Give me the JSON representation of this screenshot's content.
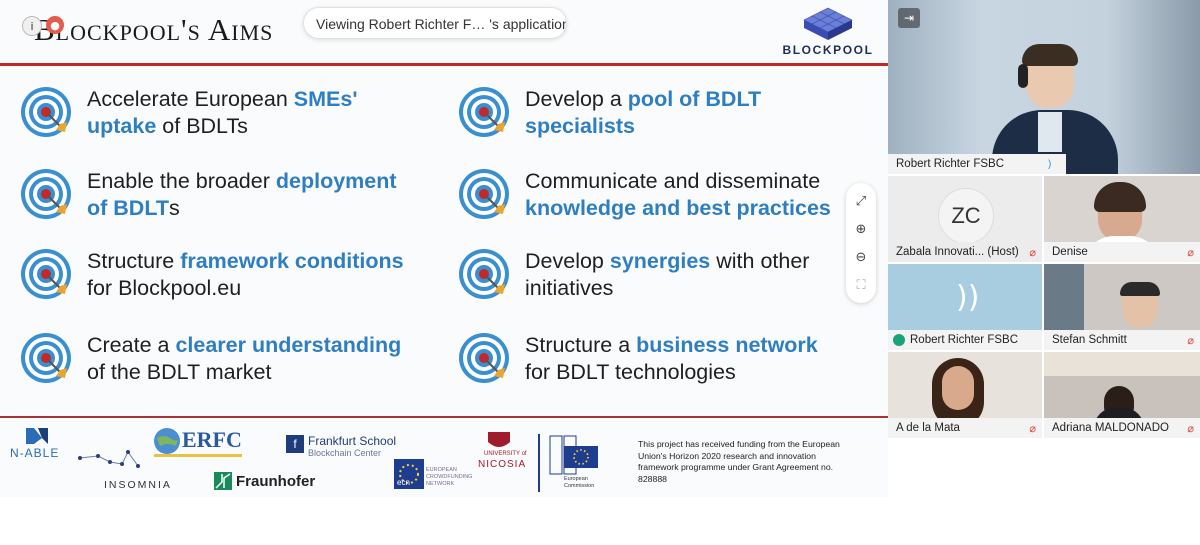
{
  "slide": {
    "title": "Blockpool's Aims",
    "logo_text": "BLOCKPOOL",
    "aims": [
      {
        "pre": "Accelerate European ",
        "hl": "SMEs'",
        "br": "",
        "hl2": "uptake",
        "post": " of BDLTs"
      },
      {
        "pre": "Enable the broader ",
        "hl": "deployment",
        "br": "",
        "hl2": "of BDLT",
        "post": "s"
      },
      {
        "pre": "Structure ",
        "hl": "framework conditions",
        "br": "",
        "hl2": "",
        "post": "for Blockpool.eu"
      },
      {
        "pre": "Create a ",
        "hl": "clearer understanding",
        "br": "",
        "hl2": "",
        "post": "of the BDLT market"
      },
      {
        "pre": "Develop a ",
        "hl": "pool of BDLT",
        "br": "",
        "hl2": "specialists",
        "post": ""
      },
      {
        "pre": "Communicate and disseminate",
        "hl": "",
        "br": "",
        "hl2": "knowledge and best practices",
        "post": ""
      },
      {
        "pre": "Develop ",
        "hl": "synergies",
        "br": " with other",
        "hl2": "",
        "post": "initiatives"
      },
      {
        "pre": "Structure a ",
        "hl": "business network",
        "br": "",
        "hl2": "",
        "post": "for BDLT technologies"
      }
    ],
    "partners": {
      "nable": "N-ABLE",
      "insomnia": "INSOMNIA",
      "erfc": "ERFC",
      "fraunhofer": "Fraunhofer",
      "fs_name": "Frankfurt School",
      "fs_sub": "Blockchain Center",
      "ecn": "ecn",
      "ecn_text": "EUROPEAN CROWDFUNDING NETWORK",
      "unic_top": "UNIVERSITY of",
      "unic_name": "NICOSIA",
      "ec_text": "European Commission"
    },
    "funding_text": "This project has received funding from the European Union's Horizon 2020 research and innovation framework programme under Grant Agreement no. 828888"
  },
  "meeting": {
    "viewing_label": "Viewing Robert Richter F… 's application",
    "info_icon": "info-icon",
    "record_icon": "record-icon",
    "zoom_controls": [
      "fit-screen-icon",
      "zoom-in-icon",
      "zoom-out-icon",
      "fullscreen-icon"
    ],
    "participants": [
      {
        "name": "Robert Richter FSBC",
        "role": "speaker"
      },
      {
        "name": "Zabala Innovati... (Host)",
        "initials": "ZC"
      },
      {
        "name": "Denise"
      },
      {
        "name": "Robert Richter FSBC"
      },
      {
        "name": "Stefan Schmitt"
      },
      {
        "name": "A de la Mata"
      },
      {
        "name": "Adriana MALDONADO"
      }
    ]
  },
  "colors": {
    "highlight_blue": "#2f7ec1",
    "title_rule_red": "#c62828",
    "mic_muted_red": "#d64b3c"
  }
}
